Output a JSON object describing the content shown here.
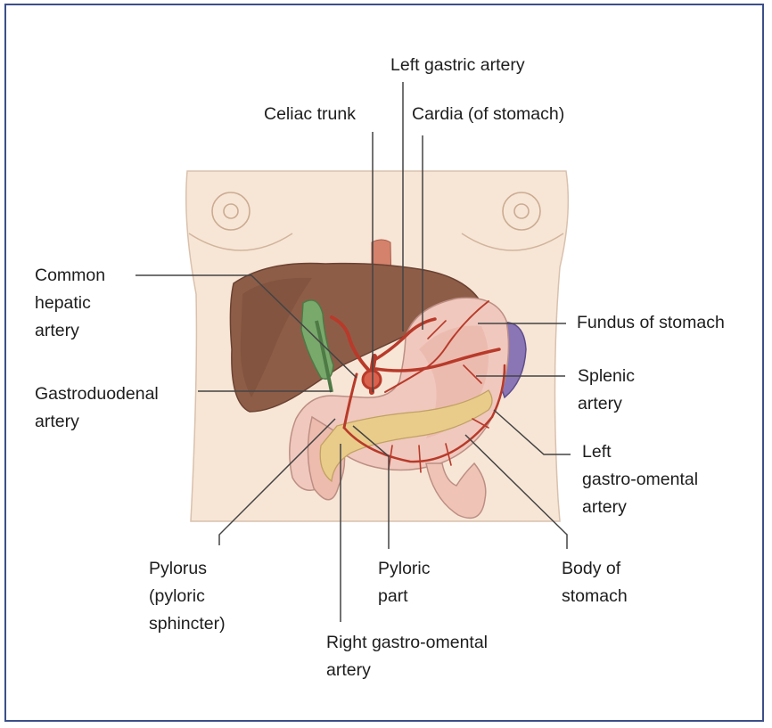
{
  "labels": {
    "left_gastric_artery": "Left gastric artery",
    "celiac_trunk": "Celiac trunk",
    "cardia": "Cardia (of stomach)",
    "common_hepatic_artery": "Common\nhepatic\nartery",
    "fundus": "Fundus of stomach",
    "gastroduodenal_artery": "Gastroduodenal\nartery",
    "splenic_artery": "Splenic\nartery",
    "left_gastro_omental_artery": "Left\ngastro-omental\nartery",
    "pylorus": "Pylorus\n(pyloric\nsphincter)",
    "pyloric_part": "Pyloric\npart",
    "body_of_stomach": "Body of\nstomach",
    "right_gastro_omental_artery": "Right gastro-omental\nartery"
  },
  "colors": {
    "frame": "#3b4f8a",
    "skin": "#f7e6d6",
    "liver": "#8e5d48",
    "stomach": "#f0c8be",
    "pancreas": "#e9cc8a",
    "spleen": "#8a76b4",
    "artery": "#b83a2a",
    "gallbladder": "#79a96b",
    "leader_line": "#444444"
  }
}
